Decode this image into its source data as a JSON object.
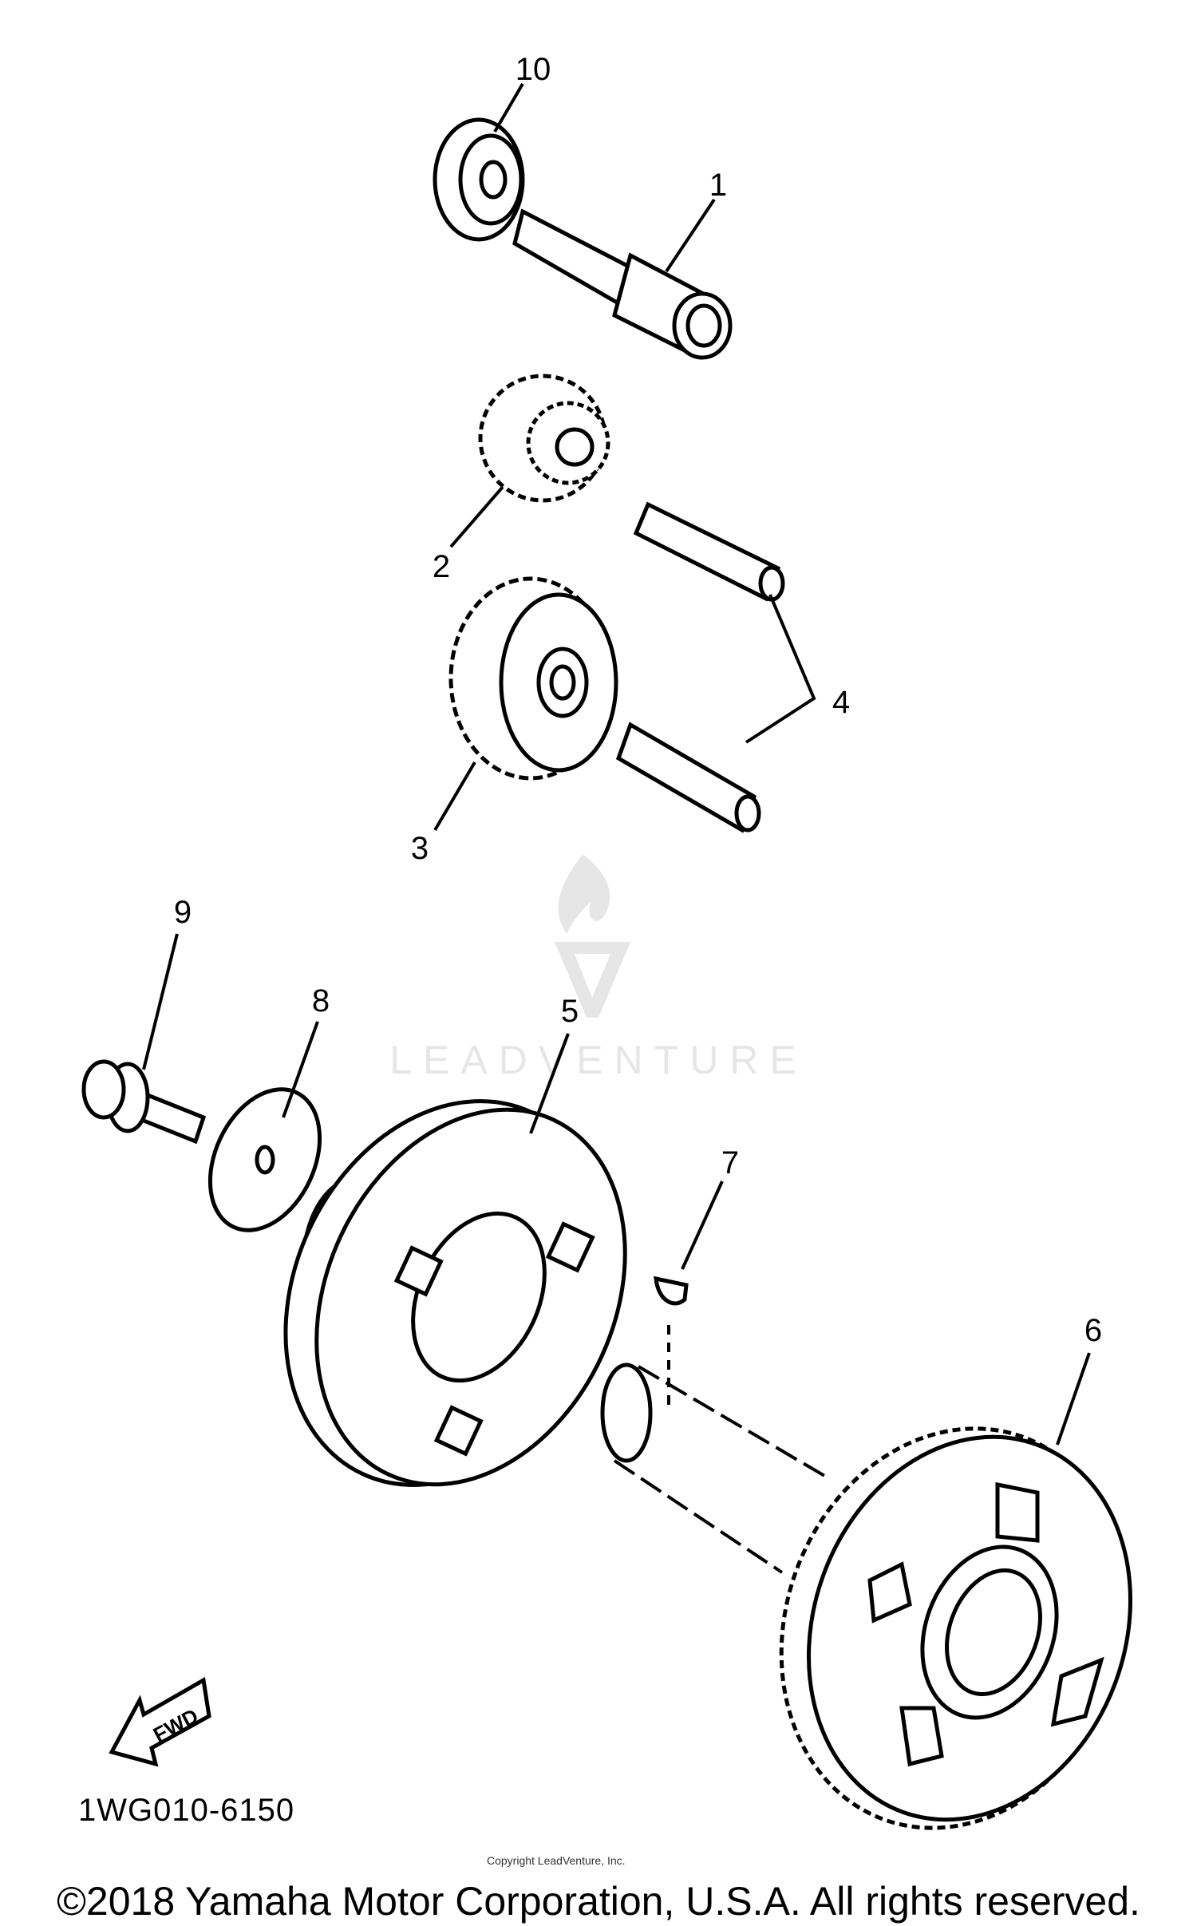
{
  "diagram": {
    "callouts": [
      "1",
      "2",
      "3",
      "4",
      "5",
      "6",
      "7",
      "8",
      "9",
      "10"
    ],
    "fwd_label": "FWD",
    "diagram_code": "1WG010-6150"
  },
  "watermark": {
    "brand": "LEADVENTURE"
  },
  "footer": {
    "copyright": "©2018 Yamaha Motor Corporation, U.S.A. All rights reserved.",
    "sub_text": "Copyright LeadVenture, Inc."
  }
}
